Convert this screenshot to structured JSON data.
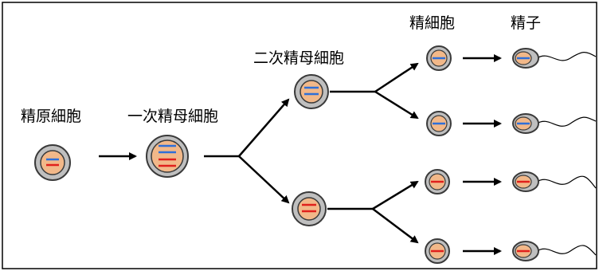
{
  "labels": {
    "spermatogonium": "精原細胞",
    "primary_spermatocyte": "一次精母細胞",
    "secondary_spermatocyte": "二次精母細胞",
    "spermatid": "精細胞",
    "sperm": "精子"
  },
  "colors": {
    "cell_fill": "#bfbfbf",
    "nucleus_fill": "#f2b889",
    "outline": "#3a3a3a",
    "paternal_chromosome": "#2f6fd8",
    "maternal_chromosome": "#e0201c",
    "arrow": "#000000"
  },
  "stages": [
    {
      "stage": "spermatogonium",
      "count": 1,
      "chromosomes": [
        "blue",
        "red"
      ]
    },
    {
      "stage": "primary_spermatocyte",
      "count": 1,
      "chromosomes": [
        "blue",
        "blue",
        "red",
        "red"
      ]
    },
    {
      "stage": "secondary_spermatocyte",
      "count": 2,
      "chromosomes": [
        [
          "blue",
          "blue"
        ],
        [
          "red",
          "red"
        ]
      ]
    },
    {
      "stage": "spermatid",
      "count": 4,
      "chromosomes": [
        "blue",
        "blue",
        "red",
        "red"
      ]
    },
    {
      "stage": "sperm",
      "count": 4,
      "chromosomes": [
        "blue",
        "blue",
        "red",
        "red"
      ]
    }
  ]
}
